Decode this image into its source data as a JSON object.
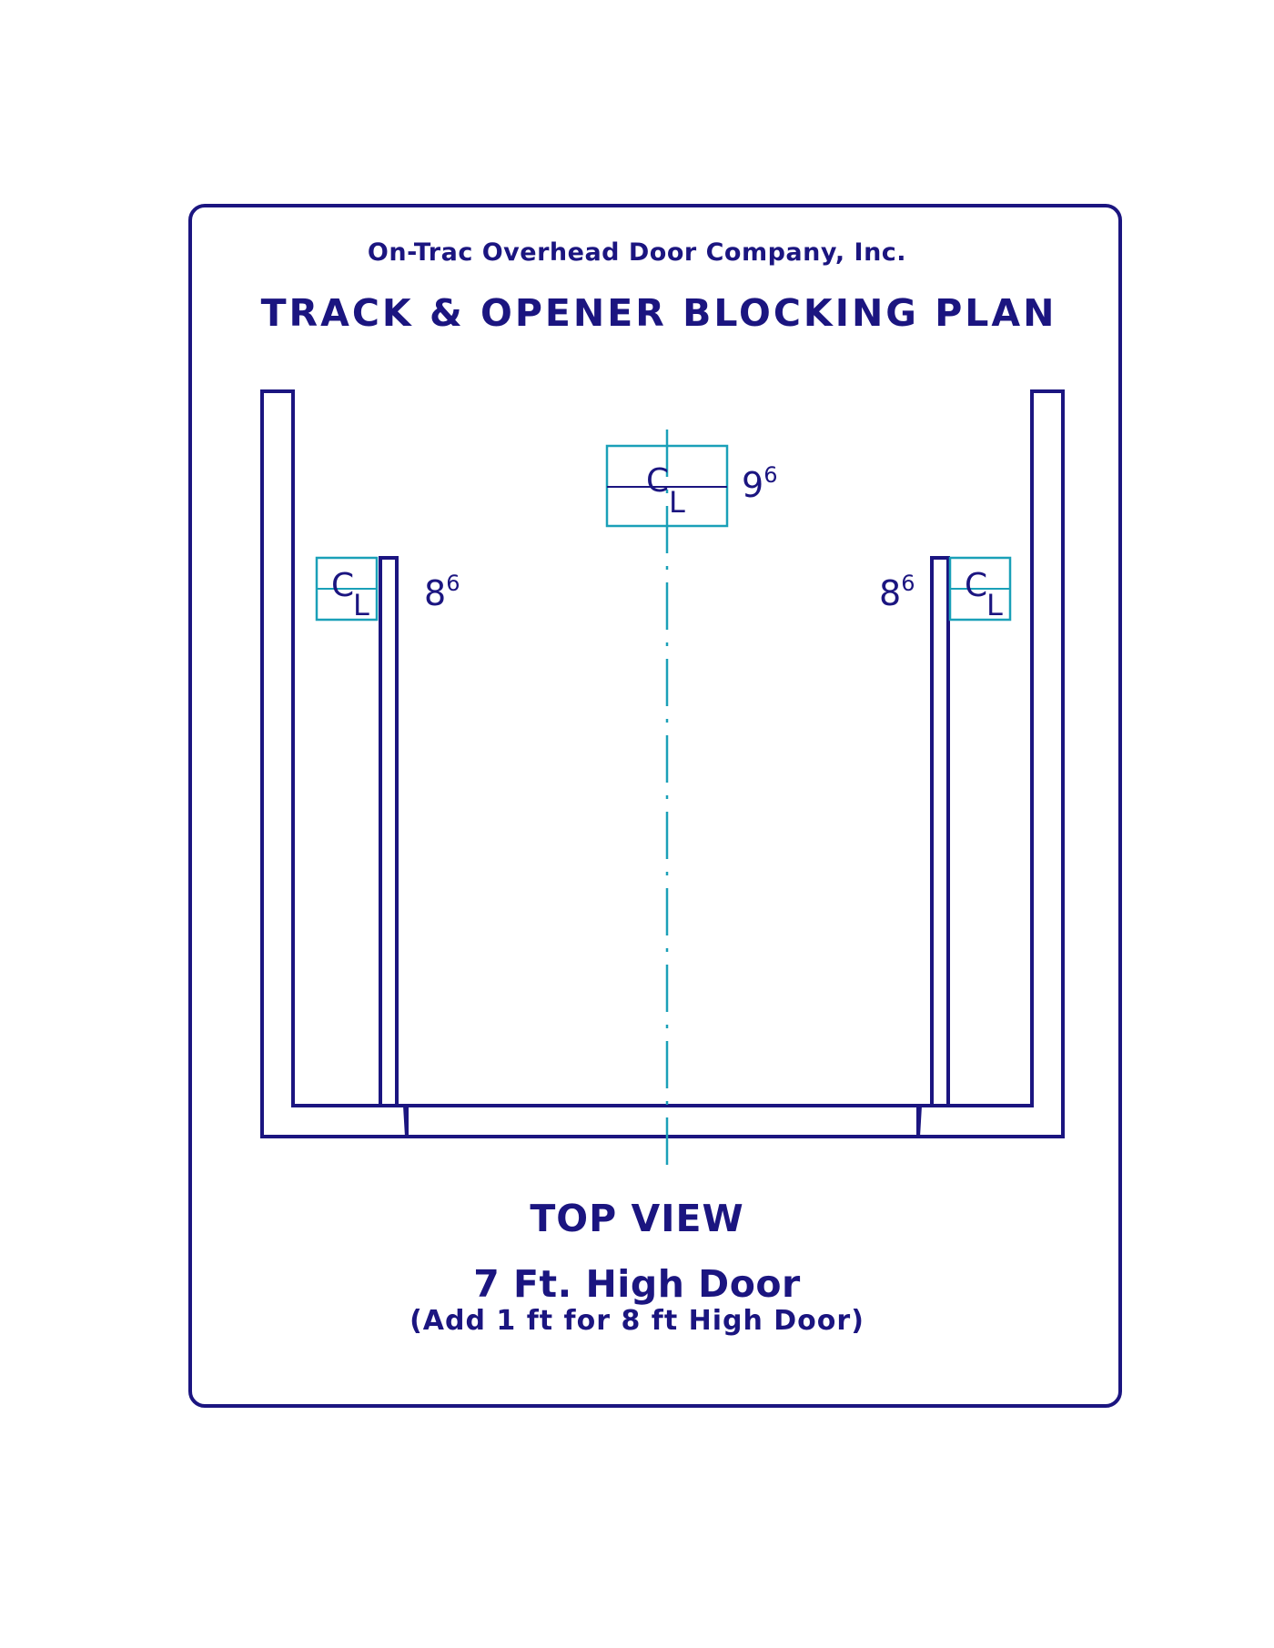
{
  "header": {
    "company": "On-Trac Overhead Door Company, Inc.",
    "plan_title": "TRACK & OPENER BLOCKING PLAN"
  },
  "drawing": {
    "center_marker": {
      "c": "C",
      "l": "L",
      "dim_main": "9",
      "dim_sup": "6"
    },
    "left_marker": {
      "c": "C",
      "l": "L",
      "dim_main": "8",
      "dim_sup": "6"
    },
    "right_marker": {
      "c": "C",
      "l": "L",
      "dim_main": "8",
      "dim_sup": "6"
    }
  },
  "footer": {
    "view_label": "TOP VIEW",
    "door_height": "7 Ft. High Door",
    "note": "(Add 1 ft for 8 ft High Door)"
  },
  "colors": {
    "line": "#1b1580",
    "centerline": "#1aa0b8"
  }
}
